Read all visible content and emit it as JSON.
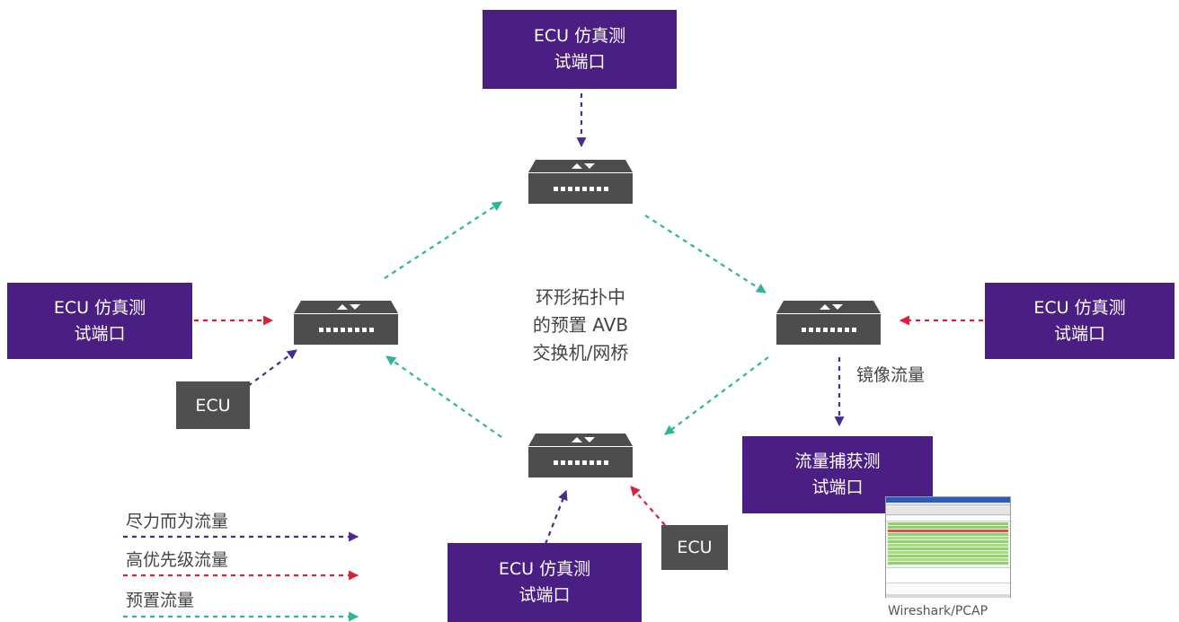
{
  "nodes": {
    "ecu_test_top": "ECU 仿真测\n试端口",
    "ecu_test_left": "ECU 仿真测\n试端口",
    "ecu_test_right": "ECU 仿真测\n试端口",
    "ecu_test_bottom": "ECU 仿真测\n试端口",
    "capture_port": "流量捕获测\n试端口",
    "ecu_left": "ECU",
    "ecu_bottom": "ECU"
  },
  "center_label": "环形拓扑中\n的预置 AVB\n交换机/网桥",
  "mirror_label": "镜像流量",
  "wireshark_label": "Wireshark/PCAP",
  "legend": [
    {
      "label": "尽力而为流量",
      "color": "#4a2a8c"
    },
    {
      "label": "高优先级流量",
      "color": "#d8203b"
    },
    {
      "label": "预置流量",
      "color": "#2bb59a"
    }
  ],
  "colors": {
    "node_fill": "#4a1e82",
    "ecu_fill": "#4f4f4f",
    "switch_fill": "#4d4d4d",
    "best_effort": "#4a2a8c",
    "high_priority": "#d8203b",
    "reserved": "#2bb59a"
  }
}
